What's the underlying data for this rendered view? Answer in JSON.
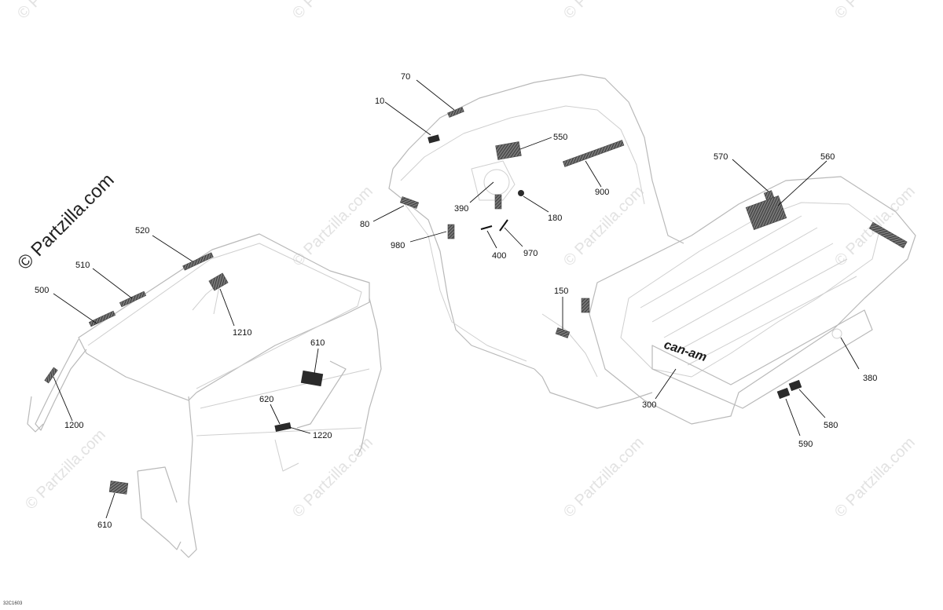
{
  "watermark": {
    "main": "© Partzilla.com",
    "tile": "© Partzilla.com"
  },
  "drawing_code": "32C1603",
  "callouts": {
    "c70": "70",
    "c10": "10",
    "c550": "550",
    "c900": "900",
    "c570": "570",
    "c560": "560",
    "c80": "80",
    "c390": "390",
    "c180": "180",
    "c980": "980",
    "c400": "400",
    "c970": "970",
    "c520": "520",
    "c510": "510",
    "c500": "500",
    "c1210": "1210",
    "c610a": "610",
    "c150": "150",
    "c380": "380",
    "c620": "620",
    "c1220": "1220",
    "c300": "300",
    "c580": "580",
    "c1200": "1200",
    "c590": "590",
    "c610b": "610"
  },
  "tailgate_logo": "can-am",
  "colors": {
    "line": "#b9b9b9",
    "decal": "#2a2a2a",
    "watermark": "#e2e2e2"
  }
}
